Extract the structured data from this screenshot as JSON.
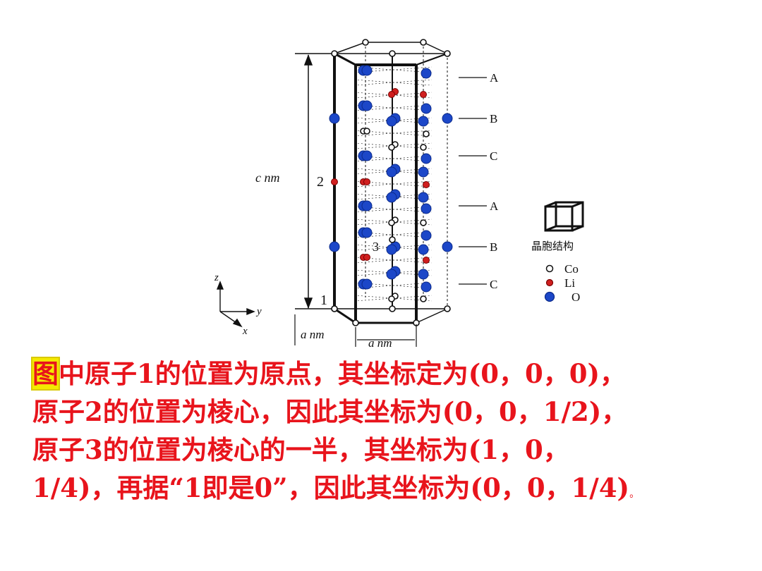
{
  "figure": {
    "c_label": "c nm",
    "a_label_left": "a nm",
    "a_label_right": "a nm",
    "atom_numbers": [
      "1",
      "2",
      "3"
    ],
    "layers": [
      "A",
      "B",
      "C",
      "A",
      "B",
      "C"
    ],
    "axes": {
      "z": "z",
      "y": "y",
      "x": "x"
    },
    "unit_cell_caption": "晶胞结构",
    "legend": [
      {
        "label": "Co",
        "fill": "#ffffff",
        "stroke": "#111111"
      },
      {
        "label": "Li",
        "fill": "#d01f1f",
        "stroke": "#7a0000"
      },
      {
        "label": "O",
        "fill": "#1c47c8",
        "stroke": "#0b2a8a"
      }
    ]
  },
  "colors": {
    "text": "#e8141c",
    "highlight": "#f4e900"
  },
  "text": {
    "line1_hl": "图",
    "line1": "中原子1的位置为原点，其坐标定为(0，0，0)，",
    "line2": "原子2的位置为棱心，因此其坐标为(0，0，1/2)，",
    "line3": "原子3的位置为棱心的一半，其坐标为(1，0，",
    "line4": "1/4)，再据“1即是0”，因此其坐标为(0，0，1/4)",
    "line4_end": "。"
  }
}
